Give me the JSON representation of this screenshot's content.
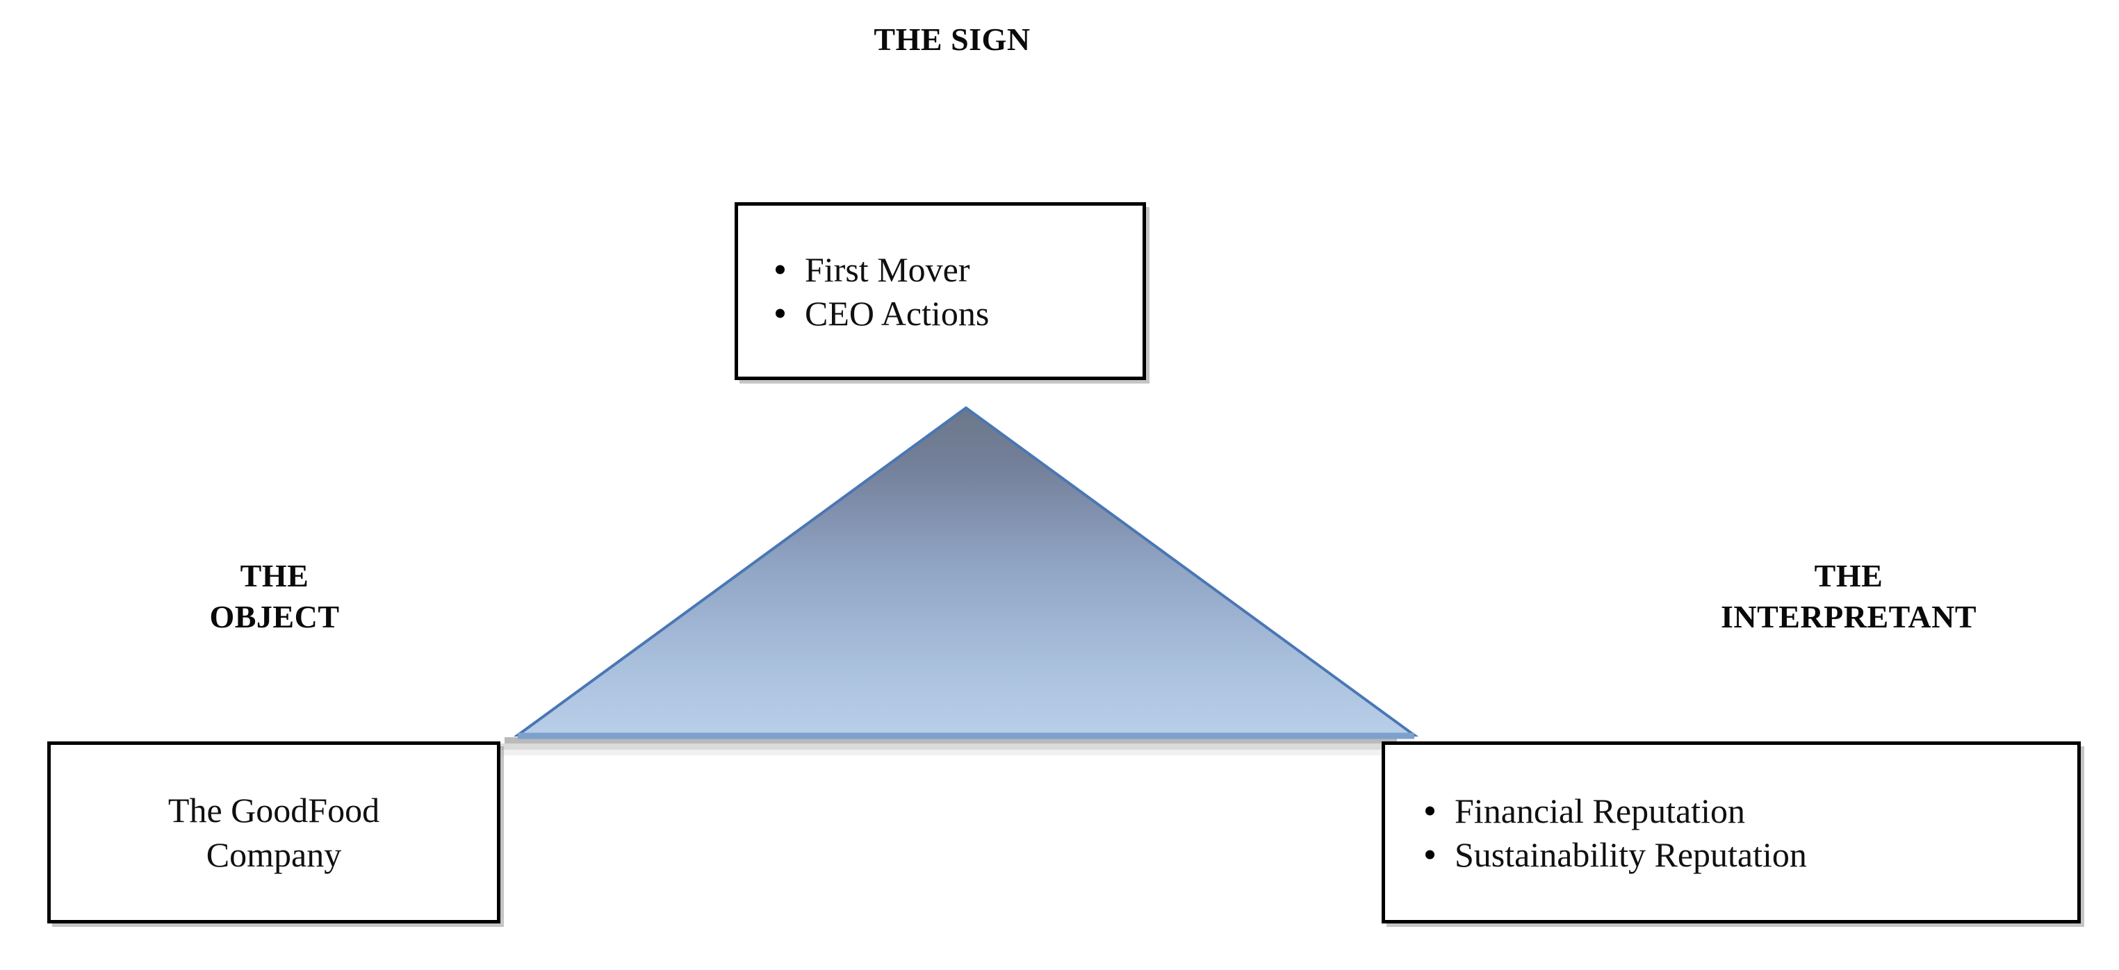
{
  "diagram": {
    "type": "semiotic-triangle",
    "apex_label": "THE SIGN",
    "left_label": "THE\nOBJECT",
    "right_label": "THE\nINTERPRETANT",
    "colors": {
      "triangle_apex": "#6f7b92",
      "triangle_base": "#b6cce6",
      "triangle_outline": "#4a77b4",
      "shadow": "#9a9a9a",
      "box_border": "#000000",
      "text": "#0a0a0a",
      "background": "#ffffff"
    }
  },
  "sign_node": {
    "title": "THE SIGN",
    "items": [
      {
        "text": "First Mover"
      },
      {
        "text": "CEO Actions"
      }
    ]
  },
  "object_node": {
    "title": "THE\nOBJECT",
    "lines": [
      {
        "text": "The GoodFood"
      },
      {
        "text": "Company"
      }
    ]
  },
  "interpretant_node": {
    "title": "THE\nINTERPRETANT",
    "items": [
      {
        "text": "Financial Reputation"
      },
      {
        "text": "Sustainability Reputation"
      }
    ]
  }
}
